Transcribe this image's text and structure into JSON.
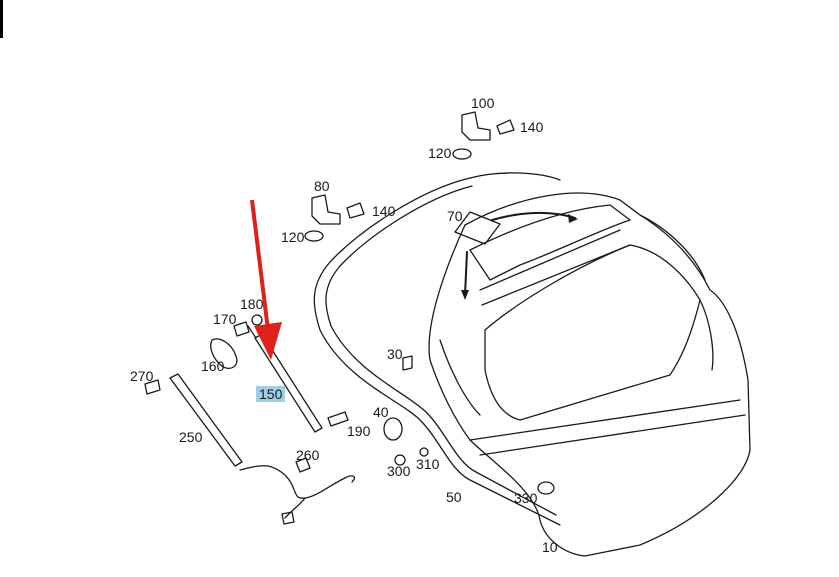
{
  "diagram": {
    "highlight_color": "#9fcfe6",
    "arrow_color": "#e0201b",
    "line_color": "#1a1a1a",
    "callouts": [
      "100",
      "140",
      "120",
      "80",
      "140",
      "120",
      "70",
      "180",
      "170",
      "160",
      "150",
      "270",
      "250",
      "30",
      "40",
      "190",
      "260",
      "300",
      "310",
      "50",
      "330",
      "10"
    ],
    "highlighted_part": "150"
  }
}
